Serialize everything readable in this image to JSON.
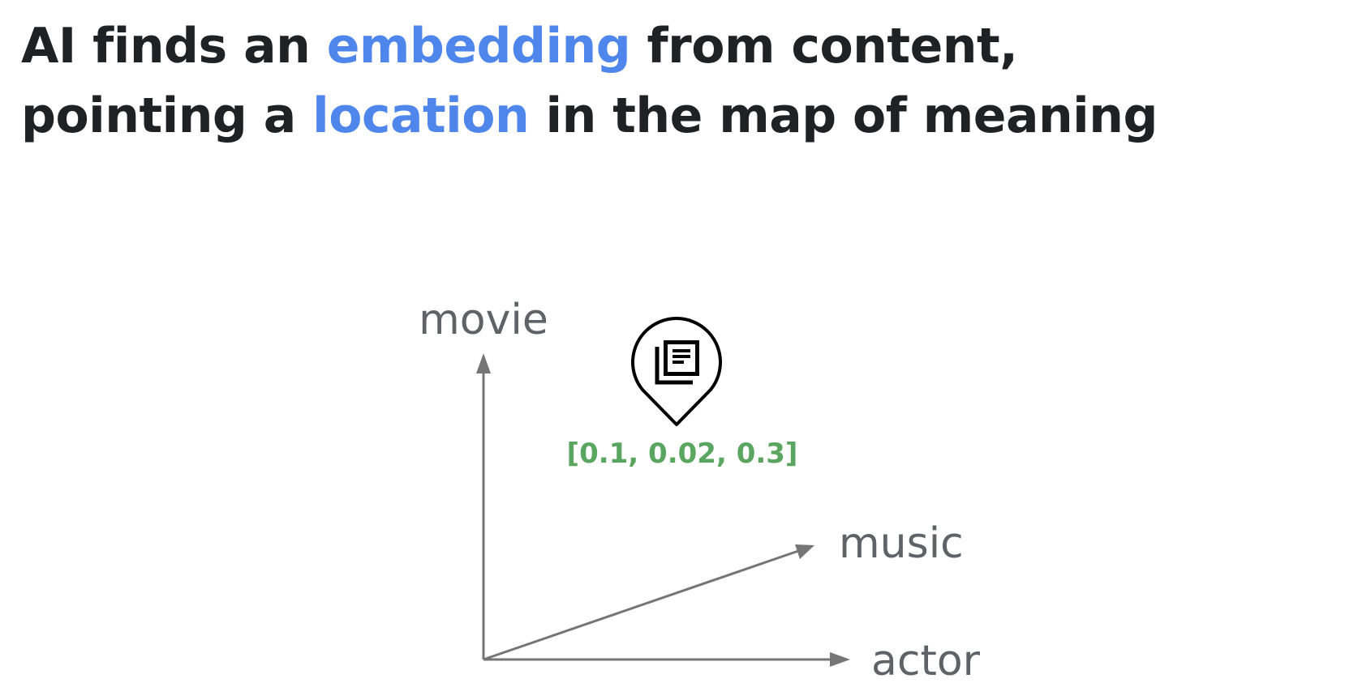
{
  "headline": {
    "line1": {
      "before": "AI finds an ",
      "accent": "embedding",
      "after": " from content,"
    },
    "line2": {
      "before": "pointing a ",
      "accent": "location",
      "after": " in the map of meaning"
    }
  },
  "diagram": {
    "axes": {
      "vertical": "movie",
      "diagonal": "music",
      "horizontal": "actor"
    },
    "marker": {
      "icon": "document-pin-icon",
      "vector": "[0.1, 0.02, 0.3]"
    }
  },
  "colors": {
    "headline_text": "#202124",
    "accent": "#4f86ec",
    "axis": "#757575",
    "axis_label": "#5f6368",
    "vector_label": "#5aa55f"
  }
}
